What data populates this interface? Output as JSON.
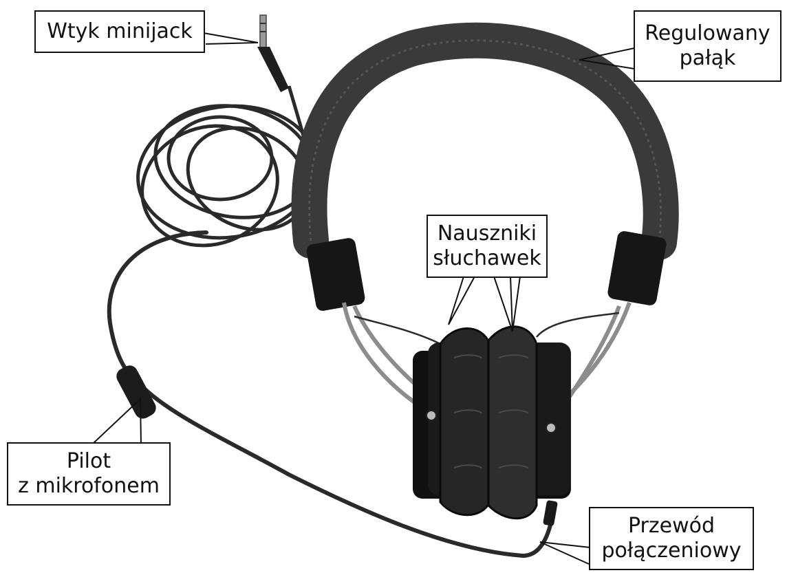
{
  "labels": {
    "plug": {
      "line1": "Wtyk minijack"
    },
    "headband": {
      "line1": "Regulowany",
      "line2": "pałąk"
    },
    "earcups": {
      "line1": "Nauszniki",
      "line2": "słuchawek"
    },
    "remote": {
      "line1": "Pilot",
      "line2": "z mikrofonem"
    },
    "cable": {
      "line1": "Przewód",
      "line2": "połączeniowy"
    }
  }
}
